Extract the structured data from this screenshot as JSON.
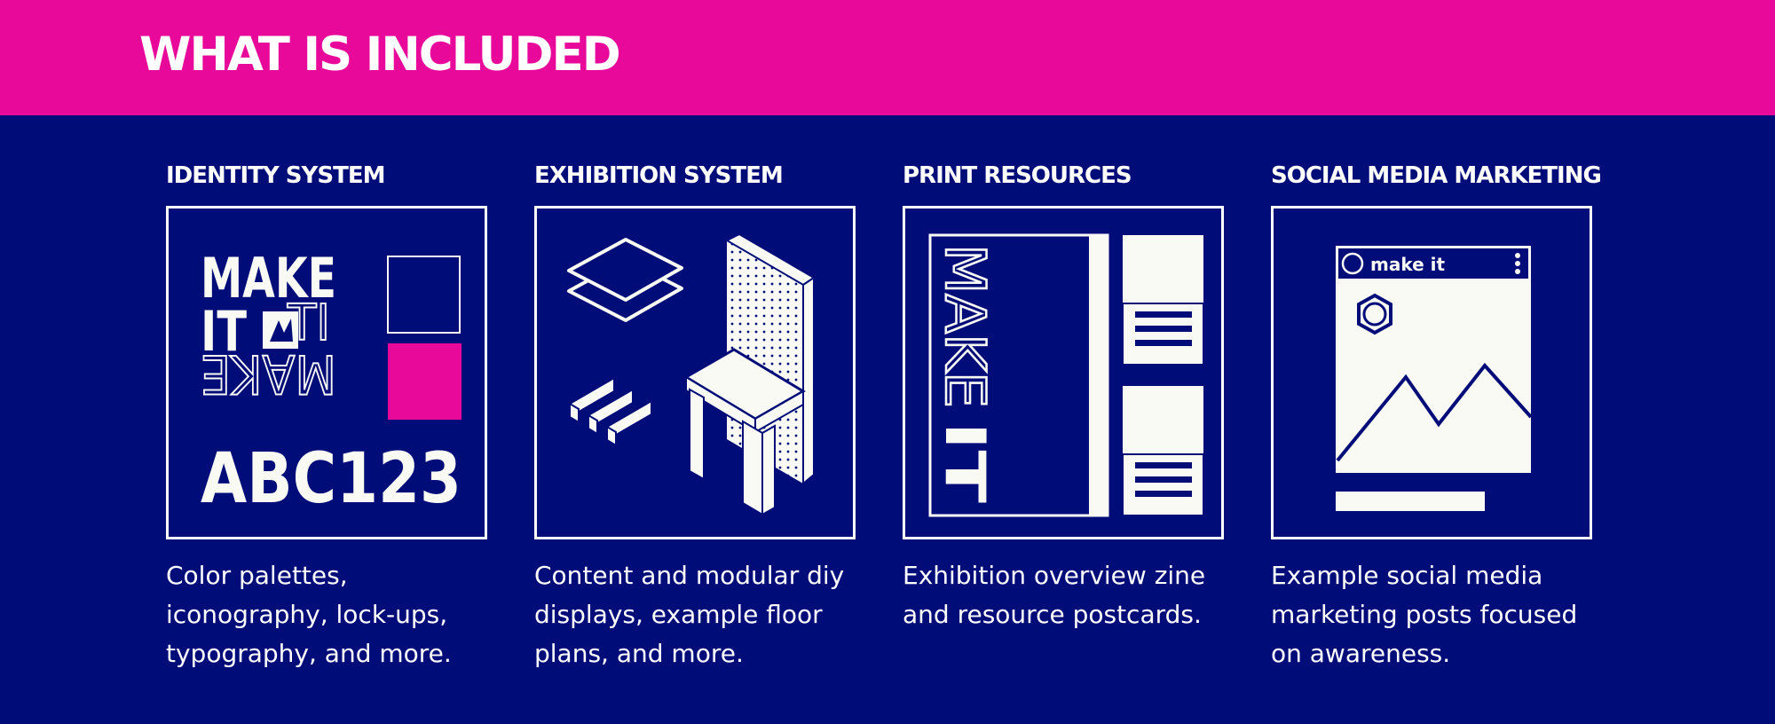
{
  "header": {
    "title": "WHAT IS INCLUDED",
    "bg_color": "#e8089a"
  },
  "colors": {
    "background": "#000c78",
    "accent": "#e8089a",
    "ink": "#fafaf5"
  },
  "sections": [
    {
      "title": "IDENTITY SYSTEM",
      "icon": "identity-logo-icon",
      "art": {
        "logo_top_1": "MAKE",
        "logo_top_2": "IT",
        "logo_mirror_1": "IT",
        "logo_mirror_2": "MAKE",
        "sample": "ABC123"
      },
      "desc": [
        "Color palettes,",
        "iconography, lock-ups,",
        "typography, and more."
      ]
    },
    {
      "title": "EXHIBITION SYSTEM",
      "icon": "exhibition-display-icon",
      "desc": [
        "Content and modular diy",
        "displays, example floor",
        "plans, and more."
      ]
    },
    {
      "title": "PRINT RESOURCES",
      "icon": "print-zine-icon",
      "art": {
        "vertical_1": "MAKE",
        "vertical_2": "IT"
      },
      "desc": [
        "Exhibition overview zine",
        "and resource postcards."
      ]
    },
    {
      "title": "SOCIAL MEDIA MARKETING",
      "icon": "social-post-icon",
      "art": {
        "handle": "make it"
      },
      "desc": [
        "Example social media",
        "marketing posts focused",
        "on awareness."
      ]
    }
  ]
}
